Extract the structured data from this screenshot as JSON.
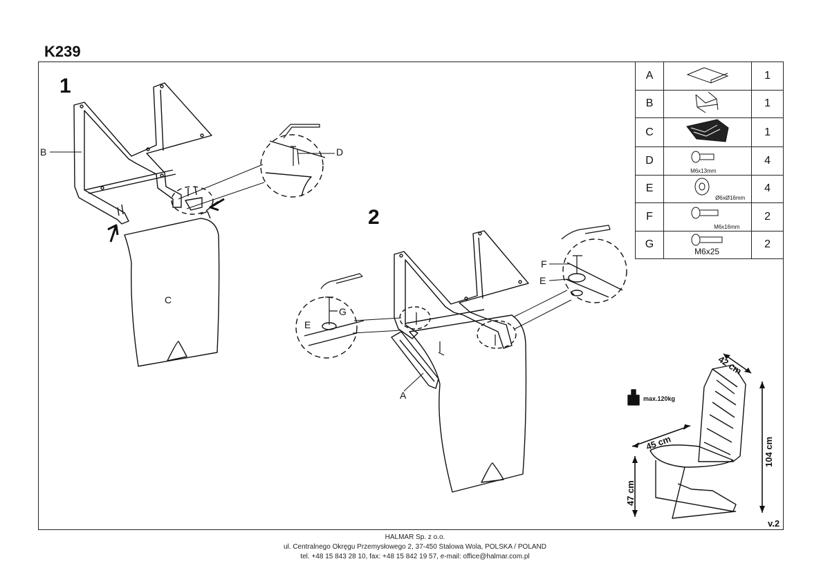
{
  "model": "K239",
  "steps": [
    "1",
    "2"
  ],
  "parts": [
    {
      "label": "A",
      "qty": "1"
    },
    {
      "label": "B",
      "qty": "1"
    },
    {
      "label": "C",
      "qty": "1"
    },
    {
      "label": "D",
      "qty": "4",
      "size": "M6x13mm"
    },
    {
      "label": "E",
      "qty": "4",
      "size": "Ø6xØ16mm"
    },
    {
      "label": "F",
      "qty": "2",
      "size": "M6x16mm"
    },
    {
      "label": "G",
      "qty": "2",
      "size": "M6x25"
    }
  ],
  "callouts": {
    "b": "B",
    "c": "C",
    "d": "D",
    "a": "A",
    "e": "E",
    "f": "F",
    "g": "G"
  },
  "max_load": "max.120kg",
  "dimensions": {
    "depth_top": "42 cm",
    "width": "45 cm",
    "height": "104 cm",
    "seat_height": "47 cm"
  },
  "version": "v.2",
  "footer": {
    "company": "HALMAR Sp. z o.o.",
    "address": "ul. Centralnego Okręgu Przemysłowego 2, 37-450 Stalowa Wola, POLSKA / POLAND",
    "contact": "tel. +48 15 843 28 10, fax: +48 15 842 19 57, e-mail: office@halmar.com.pl"
  }
}
